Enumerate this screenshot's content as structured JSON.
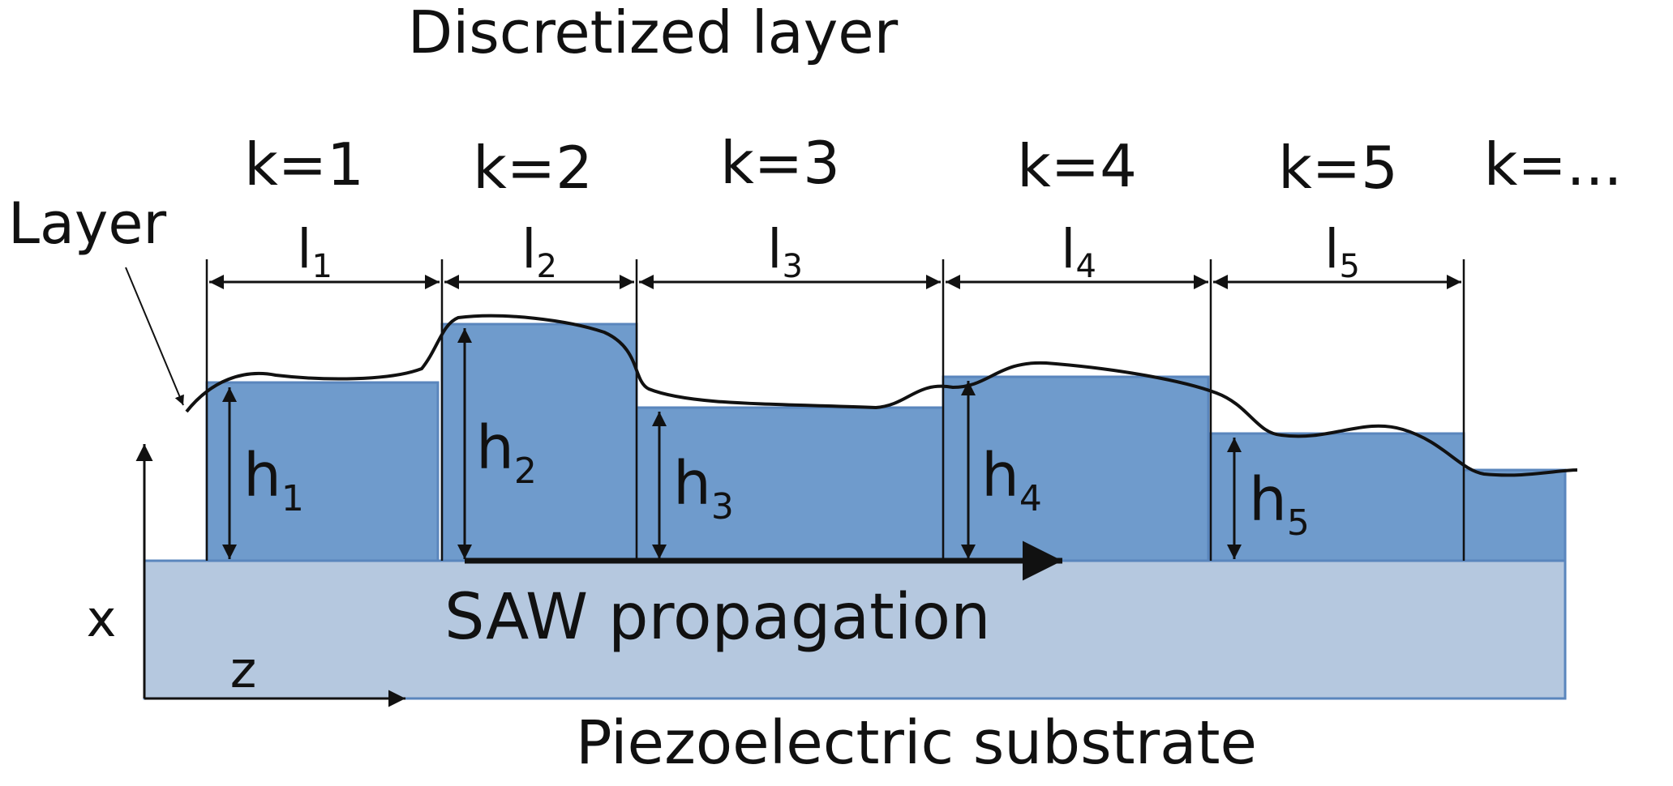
{
  "title": "Discretized layer",
  "layer_label": "Layer",
  "propagation_label": "SAW propagation",
  "substrate_label": "Piezoelectric substrate",
  "axis_labels": {
    "vertical": "x",
    "horizontal": "z"
  },
  "segments": [
    {
      "k_label": "k=1",
      "length_label": "l",
      "length_sub": "1",
      "height_label": "h",
      "height_sub": "1"
    },
    {
      "k_label": "k=2",
      "length_label": "l",
      "length_sub": "2",
      "height_label": "h",
      "height_sub": "2"
    },
    {
      "k_label": "k=3",
      "length_label": "l",
      "length_sub": "3",
      "height_label": "h",
      "height_sub": "3"
    },
    {
      "k_label": "k=4",
      "length_label": "l",
      "length_sub": "4",
      "height_label": "h",
      "height_sub": "4"
    },
    {
      "k_label": "k=5",
      "length_label": "l",
      "length_sub": "5",
      "height_label": "h",
      "height_sub": "5"
    }
  ],
  "continuation_label": "k=...",
  "colors": {
    "layer_fill": "#6f9bcc",
    "layer_edge": "#5a86bd",
    "substrate_fill": "#b5c8df",
    "substrate_edge": "#5a86bd",
    "ink": "#111111"
  }
}
